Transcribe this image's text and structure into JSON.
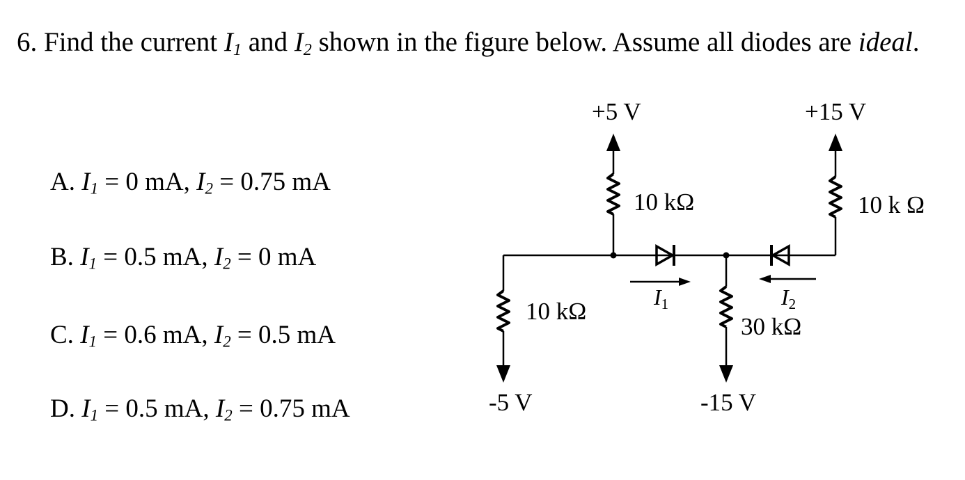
{
  "question": {
    "number": "6.",
    "text_1": "Find the current",
    "i1": "I",
    "i1_sub": "1",
    "and": "and",
    "i2": "I",
    "i2_sub": "2",
    "text_2": "shown in the figure below. Assume all diodes are",
    "ideal": "ideal",
    "period": "."
  },
  "options": [
    {
      "letter": "A.",
      "v1": "= 0 mA,",
      "v2": "= 0.75 mA"
    },
    {
      "letter": "B.",
      "v1": "= 0.5 mA,",
      "v2": "= 0 mA"
    },
    {
      "letter": "C.",
      "v1": "= 0.6 mA,",
      "v2": "= 0.5 mA"
    },
    {
      "letter": "D.",
      "v1": "= 0.5 mA,",
      "v2": "= 0.75 mA"
    }
  ],
  "circuit": {
    "supply_p5": "+5 V",
    "supply_p15": "+15 V",
    "supply_m5": "-5 V",
    "supply_m15": "-15 V",
    "r_top_left": "10 kΩ",
    "r_top_right": "10 k Ω",
    "r_left": "10 kΩ",
    "r_middle": "30 kΩ",
    "current_1": {
      "sym": "I",
      "sub": "1"
    },
    "current_2": {
      "sym": "I",
      "sub": "2"
    }
  }
}
